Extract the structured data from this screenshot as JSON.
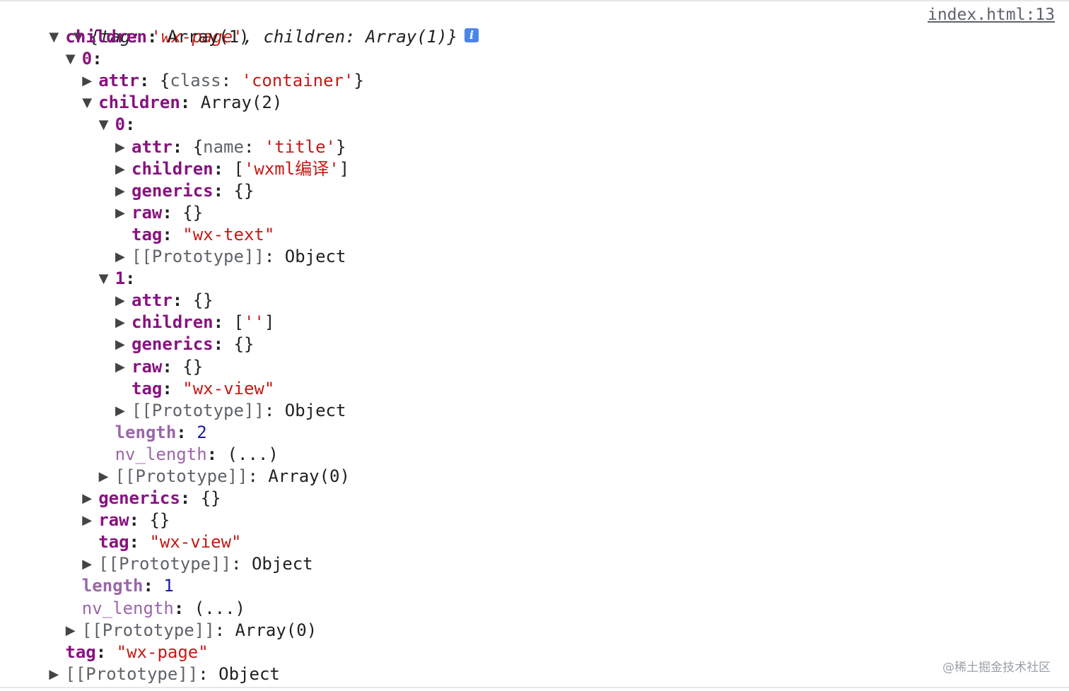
{
  "source_link": "index.html:13",
  "watermark": "@稀土掘金技术社区",
  "summary": {
    "open": "{",
    "k1": "tag",
    "v1": "'wx-page'",
    "sep": ", ",
    "k2": "children",
    "v2": "Array(1)",
    "close": "}"
  },
  "lines": [
    {
      "indent": 1,
      "tri": "down",
      "kind": "key",
      "k": "children",
      "rest": [
        {
          "t": "Array(1)",
          "c": "punct"
        }
      ]
    },
    {
      "indent": 2,
      "tri": "down",
      "kind": "key",
      "k": "0",
      "rest": []
    },
    {
      "indent": 3,
      "tri": "right",
      "kind": "key",
      "k": "attr",
      "rest": [
        {
          "t": "{",
          "c": "punct"
        },
        {
          "t": "class",
          "c": "proto"
        },
        {
          "t": ": ",
          "c": "punct"
        },
        {
          "t": "'container'",
          "c": "str"
        },
        {
          "t": "}",
          "c": "punct"
        }
      ]
    },
    {
      "indent": 3,
      "tri": "down",
      "kind": "key",
      "k": "children",
      "rest": [
        {
          "t": "Array(2)",
          "c": "punct"
        }
      ]
    },
    {
      "indent": 4,
      "tri": "down",
      "kind": "key",
      "k": "0",
      "rest": []
    },
    {
      "indent": 5,
      "tri": "right",
      "kind": "key",
      "k": "attr",
      "rest": [
        {
          "t": "{",
          "c": "punct"
        },
        {
          "t": "name",
          "c": "proto"
        },
        {
          "t": ": ",
          "c": "punct"
        },
        {
          "t": "'title'",
          "c": "str"
        },
        {
          "t": "}",
          "c": "punct"
        }
      ]
    },
    {
      "indent": 5,
      "tri": "right",
      "kind": "key",
      "k": "children",
      "rest": [
        {
          "t": "[",
          "c": "punct"
        },
        {
          "t": "'wxml编译'",
          "c": "str"
        },
        {
          "t": "]",
          "c": "punct"
        }
      ]
    },
    {
      "indent": 5,
      "tri": "right",
      "kind": "key",
      "k": "generics",
      "rest": [
        {
          "t": "{}",
          "c": "punct"
        }
      ]
    },
    {
      "indent": 5,
      "tri": "right",
      "kind": "key",
      "k": "raw",
      "rest": [
        {
          "t": "{}",
          "c": "punct"
        }
      ]
    },
    {
      "indent": 5,
      "tri": "none",
      "kind": "key",
      "k": "tag",
      "rest": [
        {
          "t": "\"wx-text\"",
          "c": "str"
        }
      ]
    },
    {
      "indent": 5,
      "tri": "right",
      "kind": "proto",
      "k": "[[Prototype]]",
      "rest": [
        {
          "t": "Object",
          "c": "punct"
        }
      ]
    },
    {
      "indent": 4,
      "tri": "down",
      "kind": "key",
      "k": "1",
      "rest": []
    },
    {
      "indent": 5,
      "tri": "right",
      "kind": "key",
      "k": "attr",
      "rest": [
        {
          "t": "{}",
          "c": "punct"
        }
      ]
    },
    {
      "indent": 5,
      "tri": "right",
      "kind": "key",
      "k": "children",
      "rest": [
        {
          "t": "[",
          "c": "punct"
        },
        {
          "t": "''",
          "c": "str"
        },
        {
          "t": "]",
          "c": "punct"
        }
      ]
    },
    {
      "indent": 5,
      "tri": "right",
      "kind": "key",
      "k": "generics",
      "rest": [
        {
          "t": "{}",
          "c": "punct"
        }
      ]
    },
    {
      "indent": 5,
      "tri": "right",
      "kind": "key",
      "k": "raw",
      "rest": [
        {
          "t": "{}",
          "c": "punct"
        }
      ]
    },
    {
      "indent": 5,
      "tri": "none",
      "kind": "key",
      "k": "tag",
      "rest": [
        {
          "t": "\"wx-view\"",
          "c": "str"
        }
      ]
    },
    {
      "indent": 5,
      "tri": "right",
      "kind": "proto",
      "k": "[[Prototype]]",
      "rest": [
        {
          "t": "Object",
          "c": "punct"
        }
      ]
    },
    {
      "indent": 4,
      "tri": "none",
      "kind": "dim",
      "k": "length",
      "rest": [
        {
          "t": "2",
          "c": "num"
        }
      ]
    },
    {
      "indent": 4,
      "tri": "none",
      "kind": "dimplain",
      "k": "nv_length",
      "rest": [
        {
          "t": "(...)",
          "c": "punct"
        }
      ]
    },
    {
      "indent": 4,
      "tri": "right",
      "kind": "proto",
      "k": "[[Prototype]]",
      "rest": [
        {
          "t": "Array(0)",
          "c": "punct"
        }
      ]
    },
    {
      "indent": 3,
      "tri": "right",
      "kind": "key",
      "k": "generics",
      "rest": [
        {
          "t": "{}",
          "c": "punct"
        }
      ]
    },
    {
      "indent": 3,
      "tri": "right",
      "kind": "key",
      "k": "raw",
      "rest": [
        {
          "t": "{}",
          "c": "punct"
        }
      ]
    },
    {
      "indent": 3,
      "tri": "none",
      "kind": "key",
      "k": "tag",
      "rest": [
        {
          "t": "\"wx-view\"",
          "c": "str"
        }
      ]
    },
    {
      "indent": 3,
      "tri": "right",
      "kind": "proto",
      "k": "[[Prototype]]",
      "rest": [
        {
          "t": "Object",
          "c": "punct"
        }
      ]
    },
    {
      "indent": 2,
      "tri": "none",
      "kind": "dim",
      "k": "length",
      "rest": [
        {
          "t": "1",
          "c": "num"
        }
      ]
    },
    {
      "indent": 2,
      "tri": "none",
      "kind": "dimplain",
      "k": "nv_length",
      "rest": [
        {
          "t": "(...)",
          "c": "punct"
        }
      ]
    },
    {
      "indent": 2,
      "tri": "right",
      "kind": "proto",
      "k": "[[Prototype]]",
      "rest": [
        {
          "t": "Array(0)",
          "c": "punct"
        }
      ]
    },
    {
      "indent": 1,
      "tri": "none",
      "kind": "key",
      "k": "tag",
      "rest": [
        {
          "t": "\"wx-page\"",
          "c": "str"
        }
      ]
    },
    {
      "indent": 1,
      "tri": "right",
      "kind": "proto",
      "k": "[[Prototype]]",
      "rest": [
        {
          "t": "Object",
          "c": "punct"
        }
      ]
    }
  ]
}
